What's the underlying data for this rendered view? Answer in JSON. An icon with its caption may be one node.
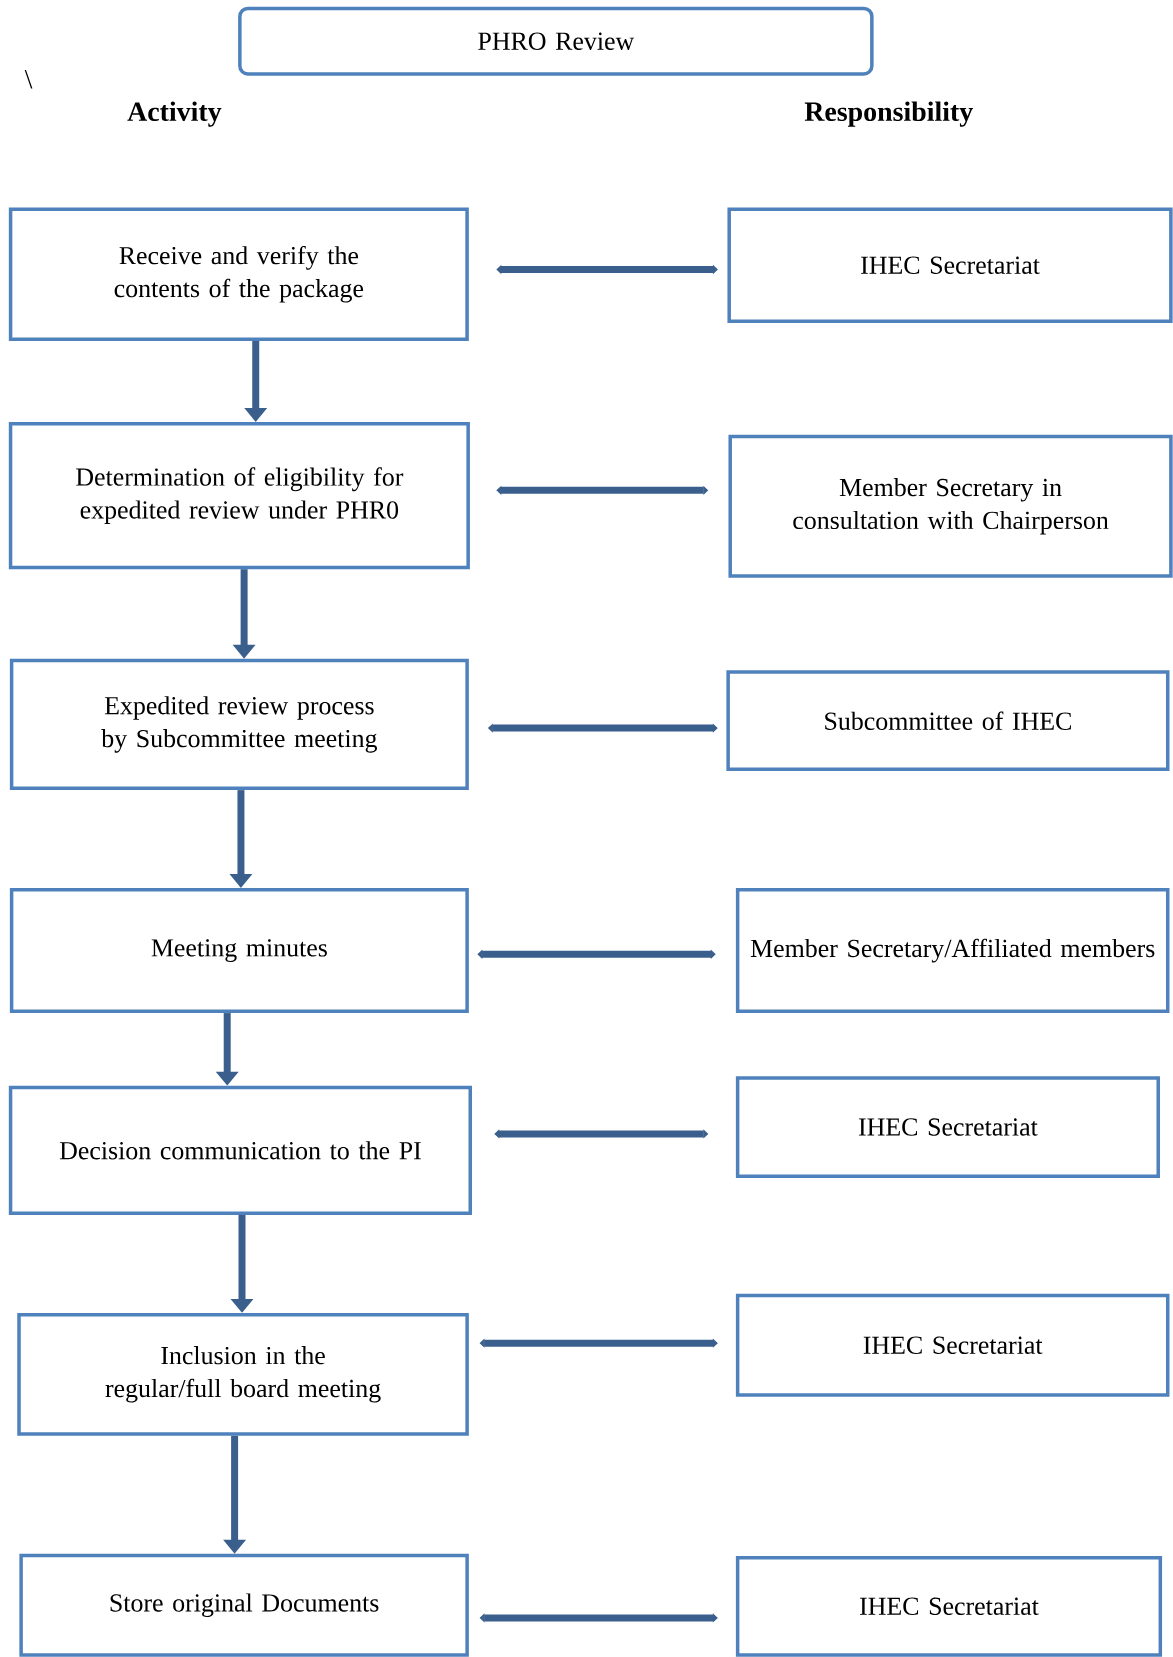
{
  "diagram": {
    "nodes": [
      {
        "text": [
          "PHRO Review"
        ]
      },
      {
        "text": [
          "Receive and verify the contents of the package"
        ]
      },
      {
        "text": [
          "IHEC Secretariat"
        ]
      },
      {
        "text": [
          "Determination of eligibility for expedited review under PHR0"
        ]
      },
      {
        "text": [
          "Member Secretary in consultation with Chairperson"
        ]
      },
      {
        "text": [
          "Expedited review process by Subcommittee meeting"
        ]
      },
      {
        "text": [
          "Subcommittee of IHEC"
        ]
      },
      {
        "text": [
          "Meeting minutes"
        ]
      },
      {
        "text": [
          "Member Secretary/Affiliated members"
        ]
      },
      {
        "text": [
          "Decision communication to the PI"
        ]
      },
      {
        "text": [
          "IHEC Secretariat"
        ]
      },
      {
        "text": [
          "Inclusion in the regular/full board meeting"
        ]
      },
      {
        "text": [
          "IHEC Secretariat"
        ]
      },
      {
        "text": [
          "Store original Documents"
        ]
      },
      {
        "text": [
          "IHEC Secretariat"
        ]
      }
    ],
    "edges": [
      {
        "from": 1,
        "to": 2,
        "arrow": "both"
      },
      {
        "from": 1,
        "to": 3,
        "arrow": "to"
      },
      {
        "from": 3,
        "to": 4,
        "arrow": "both"
      },
      {
        "from": 3,
        "to": 5,
        "arrow": "to"
      },
      {
        "from": 5,
        "to": 6,
        "arrow": "both"
      },
      {
        "from": 5,
        "to": 7,
        "arrow": "to"
      },
      {
        "from": 7,
        "to": 8,
        "arrow": "both"
      },
      {
        "from": 7,
        "to": 9,
        "arrow": "to"
      },
      {
        "from": 9,
        "to": 10,
        "arrow": "both"
      },
      {
        "from": 9,
        "to": 11,
        "arrow": "to"
      },
      {
        "from": 11,
        "to": 12,
        "arrow": "both"
      },
      {
        "from": 11,
        "to": 13,
        "arrow": "to"
      },
      {
        "from": 13,
        "to": 14,
        "arrow": "both"
      }
    ],
    "labels": [
      "\\",
      "Activity",
      "Responsibility"
    ]
  }
}
